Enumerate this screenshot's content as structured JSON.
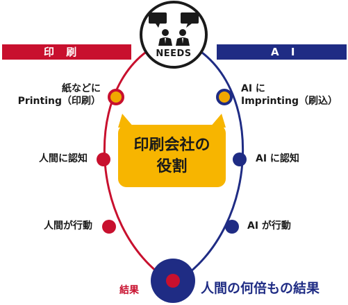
{
  "colors": {
    "print_red": "#c8102e",
    "ai_navy": "#1f2c84",
    "gold": "#f0a800",
    "callout_fill": "#f7b500",
    "black": "#1a1a1a"
  },
  "banners": {
    "left": "印 刷",
    "right": "A I"
  },
  "needs": {
    "label": "NEEDS",
    "icon": "business-people-speech-icon"
  },
  "left_labels": {
    "printing_line1": "紙などに",
    "printing_line2": "Printing（印刷）",
    "recognize": "人間に認知",
    "act": "人間が行動",
    "result": "結果"
  },
  "right_labels": {
    "imprinting_line1": "AI に",
    "imprinting_line2": "Imprinting（刷込）",
    "recognize": "AI に認知",
    "act": "AI が行動"
  },
  "center_callout": {
    "line1": "印刷会社の",
    "line2": "役割"
  },
  "bottom_result": "人間の何倍もの結果"
}
